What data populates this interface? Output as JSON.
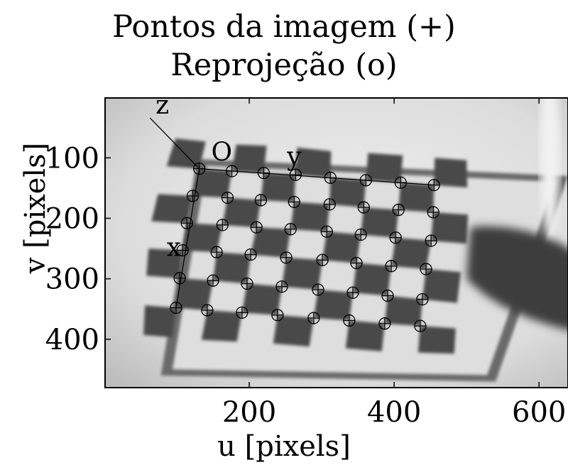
{
  "chart_data": {
    "type": "scatter",
    "title": [
      "Pontos da imagem (+)",
      "Reprojeção (o)"
    ],
    "xlabel": "u [pixels]",
    "ylabel": "v [pixels]",
    "xlim": [
      1,
      640
    ],
    "ylim": [
      1,
      480
    ],
    "y_inverted": true,
    "xticks": [
      200,
      400,
      600
    ],
    "yticks": [
      100,
      200,
      300,
      400
    ],
    "grid": false,
    "background": "grayscale photo of a checkerboard calibration pattern held by a hand",
    "board_corners_uv": [
      [
        128,
        102
      ],
      [
        78,
        460
      ],
      [
        540,
        470
      ],
      [
        640,
        130
      ]
    ],
    "axis_annotations": {
      "origin_label": "O",
      "x_label": "x",
      "y_label": "y",
      "z_label": "z",
      "origin_uv": [
        131,
        118
      ],
      "x_axis_end_uv": [
        99,
        348
      ],
      "y_axis_end_uv": [
        455,
        145
      ],
      "z_axis_end_uv": [
        63,
        34
      ]
    },
    "marker_styles": {
      "image_points": "+",
      "reprojection": "o"
    },
    "series": [
      {
        "name": "Pontos da imagem (+)",
        "points": [
          [
            131,
            118
          ],
          [
            176,
            122
          ],
          [
            220,
            125
          ],
          [
            264,
            128
          ],
          [
            312,
            133
          ],
          [
            361,
            137
          ],
          [
            409,
            141
          ],
          [
            455,
            145
          ],
          [
            122,
            163
          ],
          [
            170,
            166
          ],
          [
            216,
            170
          ],
          [
            262,
            173
          ],
          [
            311,
            177
          ],
          [
            358,
            182
          ],
          [
            406,
            186
          ],
          [
            454,
            190
          ],
          [
            114,
            208
          ],
          [
            163,
            211
          ],
          [
            210,
            215
          ],
          [
            257,
            218
          ],
          [
            307,
            222
          ],
          [
            354,
            227
          ],
          [
            402,
            232
          ],
          [
            451,
            237
          ],
          [
            108,
            253
          ],
          [
            155,
            256
          ],
          [
            202,
            260
          ],
          [
            251,
            265
          ],
          [
            301,
            269
          ],
          [
            348,
            274
          ],
          [
            396,
            279
          ],
          [
            444,
            284
          ],
          [
            104,
            299
          ],
          [
            150,
            303
          ],
          [
            197,
            308
          ],
          [
            245,
            313
          ],
          [
            295,
            318
          ],
          [
            343,
            323
          ],
          [
            391,
            328
          ],
          [
            439,
            334
          ],
          [
            99,
            348
          ],
          [
            142,
            352
          ],
          [
            190,
            356
          ],
          [
            239,
            360
          ],
          [
            289,
            365
          ],
          [
            338,
            369
          ],
          [
            387,
            374
          ],
          [
            436,
            378
          ]
        ]
      }
    ]
  }
}
